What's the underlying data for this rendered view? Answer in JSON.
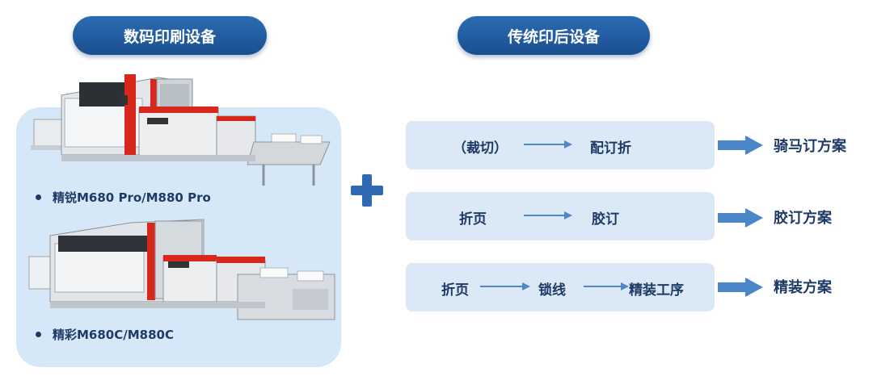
{
  "left_header": "数码印刷设备",
  "right_header": "传统印后设备",
  "machines": [
    {
      "label": "精锐M680 Pro/M880 Pro"
    },
    {
      "label": "精彩M680C/M880C"
    }
  ],
  "flows": [
    {
      "steps": [
        "（裁切）",
        "配订折"
      ],
      "result": "骑马订方案"
    },
    {
      "steps": [
        "折页",
        "胶订"
      ],
      "result": "胶订方案"
    },
    {
      "steps": [
        "折页",
        "锁线",
        "精装工序"
      ],
      "result": "精装方案"
    }
  ],
  "colors": {
    "header_pill": "#1f5a9e",
    "panel_bg": "#d6e8f8",
    "flow_box_bg": "#dbe8f6",
    "text": "#1f3a66",
    "plus": "#2e6bb3",
    "machine_accent": "#d8281e"
  }
}
